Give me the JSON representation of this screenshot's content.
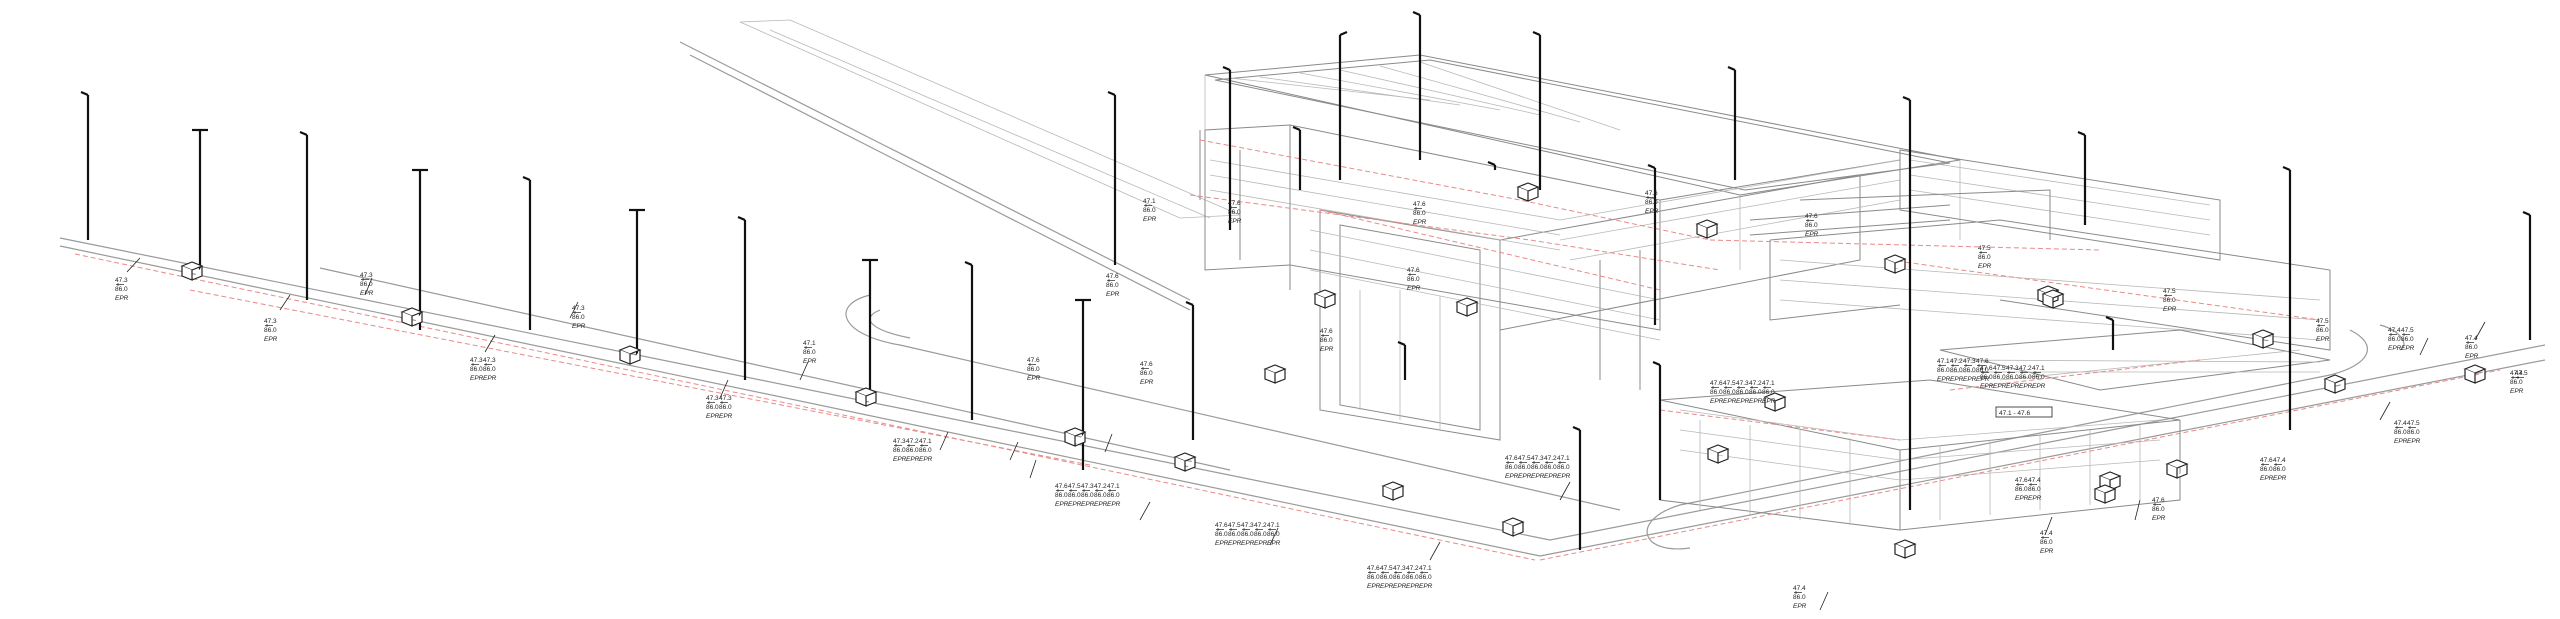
{
  "labels": {
    "l01": {
      "lines": [
        "47.3",
        "86.0",
        "EPR"
      ]
    },
    "l02": {
      "lines": [
        "47.3",
        "86.0",
        "EPR"
      ]
    },
    "l03": {
      "lines": [
        "47.3",
        "86.0",
        "EPR"
      ]
    },
    "l04": {
      "lines": [
        "47.3",
        "86.0",
        "EPR"
      ]
    },
    "l05": {
      "lines": [
        "47.3",
        "47.3",
        "86.0",
        "86.0",
        "EPR",
        "EPR"
      ]
    },
    "l06": {
      "lines": [
        "47.3",
        "47.3",
        "86.0",
        "86.0",
        "EPR",
        "EPR"
      ]
    },
    "l07": {
      "lines": [
        "47.1",
        "86.0",
        "EPR"
      ]
    },
    "l08": {
      "lines": [
        "47.1",
        "86.0",
        "EPR"
      ]
    },
    "l09": {
      "lines": [
        "47.3",
        "47.2",
        "47.1",
        "86.0",
        "86.0",
        "86.0",
        "EPR",
        "EPR",
        "EPR"
      ]
    },
    "l10": {
      "lines": [
        "47.6",
        "47.5",
        "47.3",
        "47.2",
        "47.1",
        "86.0",
        "86.0",
        "86.0",
        "86.0",
        "86.0",
        "EPR",
        "EPR",
        "EPR",
        "EPR",
        "EPR"
      ]
    },
    "l11": {
      "lines": [
        "47.6",
        "47.5",
        "47.3",
        "47.2",
        "47.1",
        "86.0",
        "86.0",
        "86.0",
        "86.0",
        "86.0",
        "EPR",
        "EPR",
        "EPR",
        "EPR",
        "EPR"
      ]
    },
    "l12": {
      "lines": [
        "47.6",
        "47.5",
        "47.3",
        "47.2",
        "47.1",
        "86.0",
        "86.0",
        "86.0",
        "86.0",
        "86.0",
        "EPR",
        "EPR",
        "EPR",
        "EPR",
        "EPR"
      ]
    },
    "l13": {
      "lines": [
        "47.6",
        "47.5",
        "47.3",
        "47.2",
        "47.1",
        "86.0",
        "86.0",
        "86.0",
        "86.0",
        "86.0",
        "EPR",
        "EPR",
        "EPR",
        "EPR",
        "EPR"
      ]
    },
    "l14": {
      "lines": [
        "47.6",
        "86.0",
        "EPR"
      ]
    },
    "l15": {
      "lines": [
        "47.6",
        "86.0",
        "EPR"
      ]
    },
    "l16": {
      "lines": [
        "47.6",
        "86.0",
        "EPR"
      ]
    },
    "l17": {
      "lines": [
        "47.6",
        "86.0",
        "EPR"
      ]
    },
    "l18": {
      "lines": [
        "47.6",
        "86.0",
        "EPR"
      ]
    },
    "l19": {
      "lines": [
        "47.6",
        "86.0",
        "EPR"
      ]
    },
    "l20": {
      "lines": [
        "47.6",
        "86.0",
        "EPR"
      ]
    },
    "l21": {
      "lines": [
        "47.6",
        "47.5",
        "47.3",
        "47.2",
        "47.1",
        "86.0",
        "86.0",
        "86.0",
        "86.0",
        "86.0",
        "EPR",
        "EPR",
        "EPR",
        "EPR",
        "EPR"
      ]
    },
    "l22": {
      "lines": [
        "47.6",
        "86.0",
        "EPR"
      ]
    },
    "l23": {
      "lines": [
        "47.6",
        "86.0",
        "EPR"
      ]
    },
    "l24": {
      "lines": [
        "47.1",
        "47.2",
        "47.3",
        "47.6",
        "86.0",
        "86.0",
        "86.0",
        "86.0",
        "EPR",
        "EPR",
        "EPR",
        "EPR"
      ]
    },
    "l25": {
      "lines": [
        "47.5",
        "86.0",
        "EPR"
      ]
    },
    "l26": {
      "lines": [
        "47.5",
        "86.0",
        "EPR"
      ]
    },
    "l27": {
      "lines": [
        "47.5",
        "86.0",
        "EPR"
      ]
    },
    "l28": {
      "lines": [
        "47.6",
        "47.4",
        "86.0",
        "86.0",
        "EPR",
        "EPR"
      ]
    },
    "l29": {
      "lines": [
        "47.6",
        "86.0",
        "EPR"
      ]
    },
    "l30": {
      "lines": [
        "47.4",
        "86.0",
        "EPR"
      ]
    },
    "l31": {
      "lines": [
        "47.6",
        "47.4",
        "86.0",
        "86.0",
        "EPR",
        "EPR"
      ]
    },
    "l32": {
      "lines": [
        "47.4",
        "47.5",
        "86.0",
        "86.0",
        "EPR",
        "EPR"
      ]
    },
    "l33": {
      "lines": [
        "47.4",
        "47.5",
        "86.0",
        "86.0",
        "EPR",
        "EPR"
      ]
    },
    "l34": {
      "lines": [
        "47.4",
        "86.0",
        "EPR"
      ]
    },
    "l35": {
      "lines": [
        "47.4",
        "86.0",
        "EPR"
      ]
    },
    "l36": {
      "lines": [
        "47.6",
        "47.5",
        "47.3",
        "47.2",
        "47.1",
        "86.0",
        "86.0",
        "86.0",
        "86.0",
        "86.0",
        "EPR",
        "EPR",
        "EPR",
        "EPR",
        "EPR"
      ]
    },
    "l37": {
      "lines": [
        "47.4",
        "86.0",
        "EPR"
      ]
    },
    "l38": {
      "lines": [
        "47.5"
      ]
    }
  },
  "tag": {
    "text": "47.1 - 47.6"
  }
}
